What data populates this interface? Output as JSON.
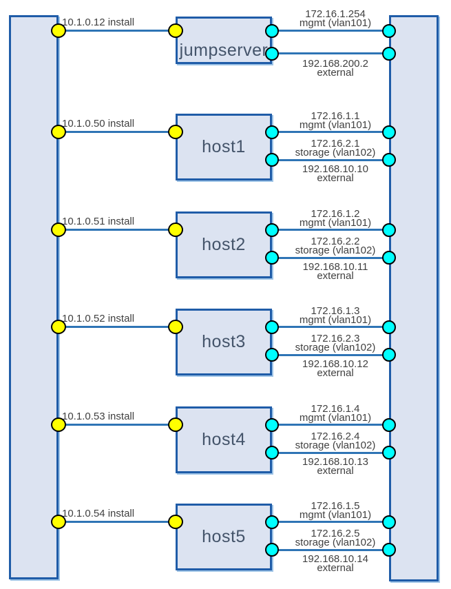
{
  "colors": {
    "bar_fill": "#DCE3F1",
    "border_blue": "#1F5CA8",
    "line_blue": "#2E74B5",
    "shadow_blue": "#9DC3E6",
    "install_port": "#FFFF00",
    "network_port": "#00FFFF",
    "label_text": "#404040",
    "node_text": "#44546A"
  },
  "nodes": [
    {
      "name": "jumpserver",
      "install": "10.1.0.12 install",
      "links": [
        {
          "ip": "172.16.1.254",
          "label": "mgmt (vlan101)"
        },
        {
          "ip": "192.168.200.2",
          "label": "external"
        }
      ]
    },
    {
      "name": "host1",
      "install": "10.1.0.50 install",
      "links": [
        {
          "ip": "172.16.1.1",
          "label": "mgmt (vlan101)"
        },
        {
          "ip": "172.16.2.1",
          "label": "storage (vlan102)"
        },
        {
          "ip": "192.168.10.10",
          "label": "external"
        }
      ]
    },
    {
      "name": "host2",
      "install": "10.1.0.51 install",
      "links": [
        {
          "ip": "172.16.1.2",
          "label": "mgmt (vlan101)"
        },
        {
          "ip": "172.16.2.2",
          "label": "storage (vlan102)"
        },
        {
          "ip": "192.168.10.11",
          "label": "external"
        }
      ]
    },
    {
      "name": "host3",
      "install": "10.1.0.52 install",
      "links": [
        {
          "ip": "172.16.1.3",
          "label": "mgmt (vlan101)"
        },
        {
          "ip": "172.16.2.3",
          "label": "storage (vlan102)"
        },
        {
          "ip": "192.168.10.12",
          "label": "external"
        }
      ]
    },
    {
      "name": "host4",
      "install": "10.1.0.53 install",
      "links": [
        {
          "ip": "172.16.1.4",
          "label": "mgmt (vlan101)"
        },
        {
          "ip": "172.16.2.4",
          "label": "storage (vlan102)"
        },
        {
          "ip": "192.168.10.13",
          "label": "external"
        }
      ]
    },
    {
      "name": "host5",
      "install": "10.1.0.54 install",
      "links": [
        {
          "ip": "172.16.1.5",
          "label": "mgmt (vlan101)"
        },
        {
          "ip": "172.16.2.5",
          "label": "storage (vlan102)"
        },
        {
          "ip": "192.168.10.14",
          "label": "external"
        }
      ]
    }
  ]
}
